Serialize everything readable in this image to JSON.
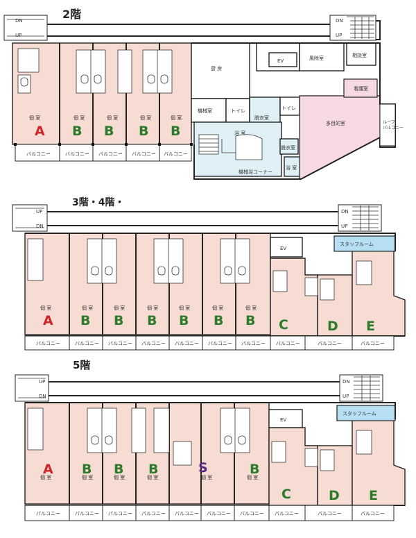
{
  "floors": [
    {
      "title": "2階",
      "stairs": {
        "dn": "DN",
        "up": "UP"
      },
      "rooms": {
        "kitchen": "厨 房",
        "ev": "EV",
        "wind": "風除室",
        "consult": "相談室",
        "nurse": "看護室",
        "mech": "機械室",
        "toilet": "トイレ",
        "toilet2": "トイレ",
        "dressing": "脱衣室",
        "multi": "多目的室",
        "bath": "浴 室",
        "mechbath": "機械浴コーナー",
        "dressing2": "脱衣室",
        "bath2": "浴 室",
        "roof": "ルーフ\nバルコニー"
      },
      "private_room": "個 室",
      "units": [
        "A",
        "B",
        "B",
        "B",
        "B"
      ],
      "balcony": "バルコニー"
    },
    {
      "title": "3階・4階・",
      "stairs": {
        "dn": "DN",
        "up": "UP"
      },
      "rooms": {
        "ev": "EV",
        "staff": "スタッフルーム"
      },
      "private_room": "個 室",
      "units": [
        "A",
        "B",
        "B",
        "B",
        "B",
        "B",
        "B",
        "C",
        "D",
        "E"
      ],
      "balcony": "バルコニー"
    },
    {
      "title": "5階",
      "stairs": {
        "dn": "DN",
        "up": "UP"
      },
      "rooms": {
        "ev": "EV",
        "staff": "スタッフルーム"
      },
      "private_room": "個 室",
      "units": [
        "A",
        "B",
        "B",
        "B",
        "S",
        "B",
        "C",
        "D",
        "E"
      ],
      "balcony": "バルコニー"
    }
  ],
  "colors": {
    "room": "#f7dcd3",
    "bath": "#dff1f7",
    "multi": "#f7d9e3",
    "staff": "#b7dff3",
    "A": "#d0282a",
    "B": "#2d7a2a",
    "S": "#5a2a82"
  }
}
